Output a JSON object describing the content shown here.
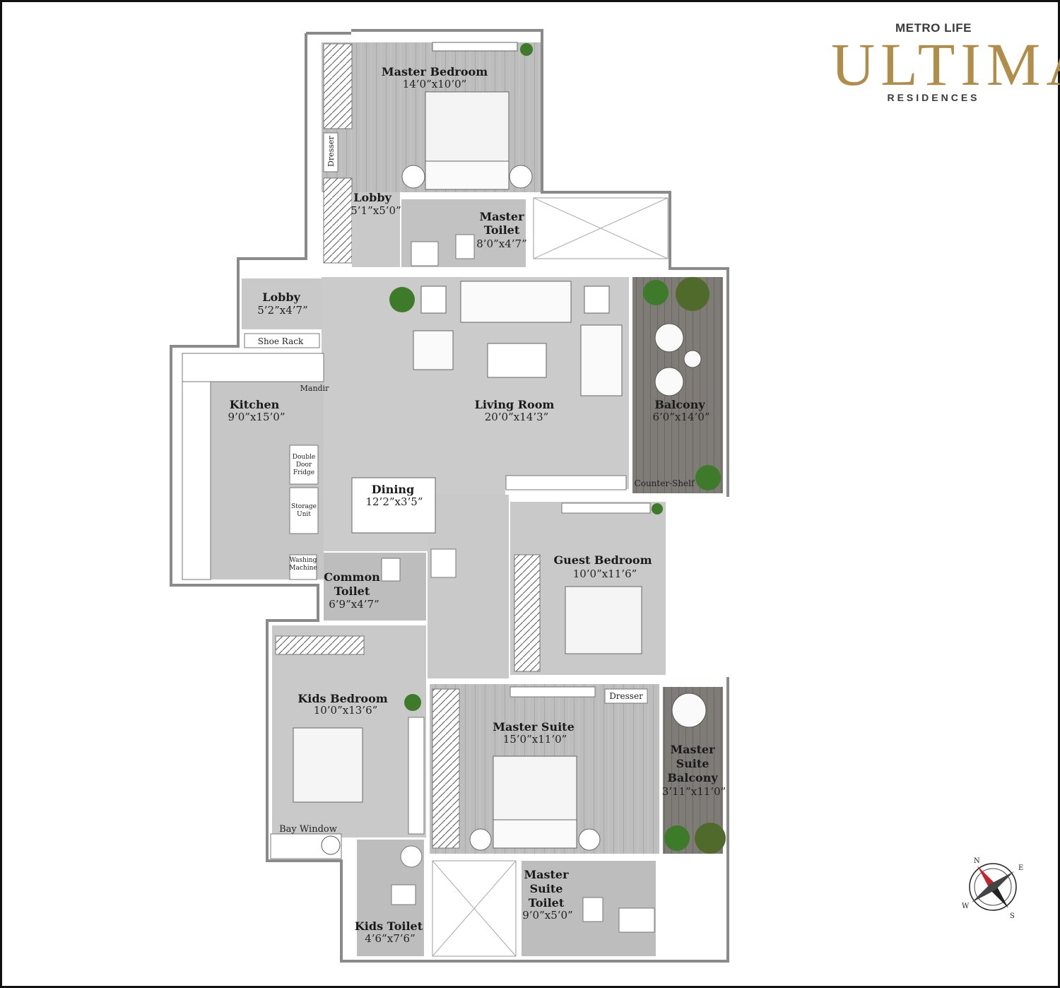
{
  "brand": {
    "top": "METRO LIFE",
    "main": "ULTIMA",
    "sub": "RESIDENCES"
  },
  "rooms": {
    "master_bedroom": {
      "name": "Master Bedroom",
      "dim": "14’0”x10’0”"
    },
    "lobby_upper": {
      "name": "Lobby",
      "dim": "5’1”x5’0”"
    },
    "master_toilet": {
      "name1": "Master",
      "name2": "Toilet",
      "dim": "8’0”x4’7”"
    },
    "lobby_entry": {
      "name": "Lobby",
      "dim": "5’2”x4’7”"
    },
    "kitchen": {
      "name": "Kitchen",
      "dim": "9’0”x15’0”"
    },
    "living": {
      "name": "Living Room",
      "dim": "20’0”x14’3”"
    },
    "balcony": {
      "name": "Balcony",
      "dim": "6’0”x14’0”"
    },
    "dining": {
      "name": "Dining",
      "dim": "12’2”x3’5”"
    },
    "guest_bedroom": {
      "name": "Guest Bedroom",
      "dim": "10’0”x11’6”"
    },
    "common_toilet": {
      "name1": "Common",
      "name2": "Toilet",
      "dim": "6’9”x4’7”"
    },
    "kids_bedroom": {
      "name": "Kids Bedroom",
      "dim": "10’0”x13’6”"
    },
    "master_suite": {
      "name": "Master Suite",
      "dim": "15’0”x11’0”"
    },
    "master_suite_balcony": {
      "name1": "Master",
      "name2": "Suite",
      "name3": "Balcony",
      "dim": "3’11”x11’0”"
    },
    "kids_toilet": {
      "name": "Kids Toilet",
      "dim": "4’6”x7’6”"
    },
    "master_suite_toilet": {
      "name1": "Master",
      "name2": "Suite",
      "name3": "Toilet",
      "dim": "9’0”x5’0”"
    }
  },
  "fixtures": {
    "dresser_upper": "Dresser",
    "shoe_rack": "Shoe Rack",
    "mandir": "Mandir",
    "fridge1": "Double",
    "fridge2": "Door",
    "fridge3": "Fridge",
    "storage1": "Storage",
    "storage2": "Unit",
    "washing1": "Washing",
    "washing2": "Machine",
    "counter_shelf": "Counter-Shelf",
    "dresser_lower": "Dresser",
    "bay_window": "Bay Window"
  },
  "compass": {
    "n": "N",
    "e": "E",
    "s": "S",
    "w": "W"
  },
  "colors": {
    "floor_marble": "#c9c9c9",
    "floor_wood": "#b9b9b9",
    "deck": "#7e7d7b",
    "wall": "#8a8a8a",
    "gold": "#b08d4a",
    "plant": "#3d7a2a"
  }
}
